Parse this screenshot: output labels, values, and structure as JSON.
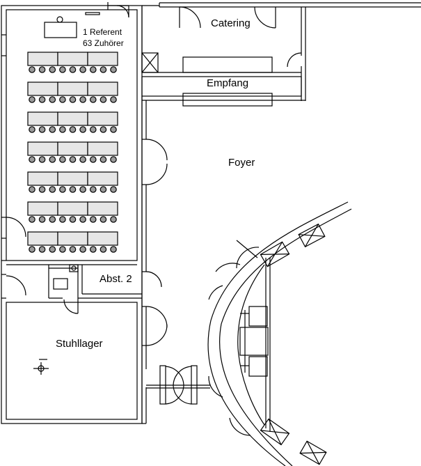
{
  "rooms": {
    "seminar_room": {
      "line1": "1 Referent",
      "line2": "63 Zuhörer"
    },
    "catering": "Catering",
    "reception": "Empfang",
    "foyer": "Foyer",
    "storage_small": "Abst. 2",
    "chair_storage": "Stuhllager"
  },
  "seating": {
    "rows": 7,
    "tables_per_row": 3,
    "seats_per_row": 9,
    "seats_total": 63
  },
  "colors": {
    "line": "#000000",
    "table_fill": "#e6e6e6",
    "seat_fill": "#9a9a9a"
  }
}
